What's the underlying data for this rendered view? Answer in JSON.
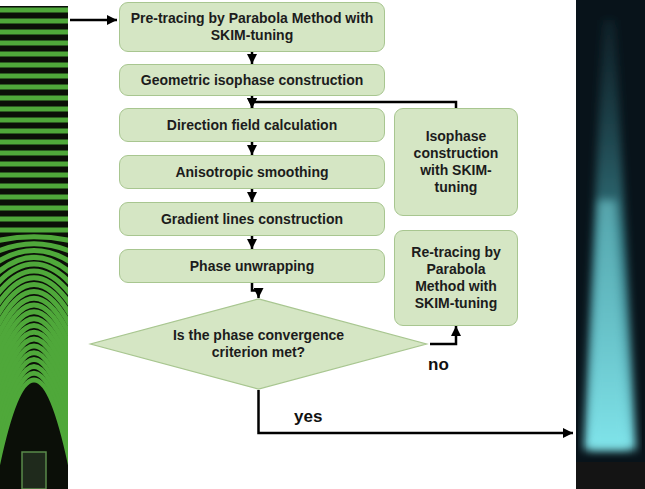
{
  "diagram": {
    "nodes": [
      {
        "text": [
          "Pre-tracing by Parabola Method with SKIM-tuning"
        ]
      },
      {
        "text": [
          "Geometric isophase construction"
        ]
      },
      {
        "text": [
          "Direction field calculation"
        ]
      },
      {
        "text": [
          "Anisotropic smoothing"
        ]
      },
      {
        "text": [
          "Gradient lines construction"
        ]
      },
      {
        "text": [
          "Phase unwrapping"
        ]
      },
      {
        "text": [
          "Is the phase convergence criterion met?"
        ]
      },
      {
        "text": [
          "Isophase construction with SKIM-tuning"
        ]
      },
      {
        "text": [
          "Re-tracing by Parabola Method with SKIM-tuning"
        ]
      }
    ],
    "edges": [
      {
        "from": 0,
        "to": 1,
        "arrow": "to"
      },
      {
        "from": 1,
        "to": 2,
        "arrow": "to"
      },
      {
        "from": 2,
        "to": 3,
        "arrow": "to"
      },
      {
        "from": 3,
        "to": 4,
        "arrow": "to"
      },
      {
        "from": 4,
        "to": 5,
        "arrow": "to"
      },
      {
        "from": 5,
        "to": 6,
        "arrow": "to"
      },
      {
        "from": 6,
        "to": 8,
        "label": "no",
        "arrow": "to"
      },
      {
        "from": 7,
        "to": 2,
        "arrow": "to"
      }
    ],
    "labels": [
      "yes"
    ]
  }
}
